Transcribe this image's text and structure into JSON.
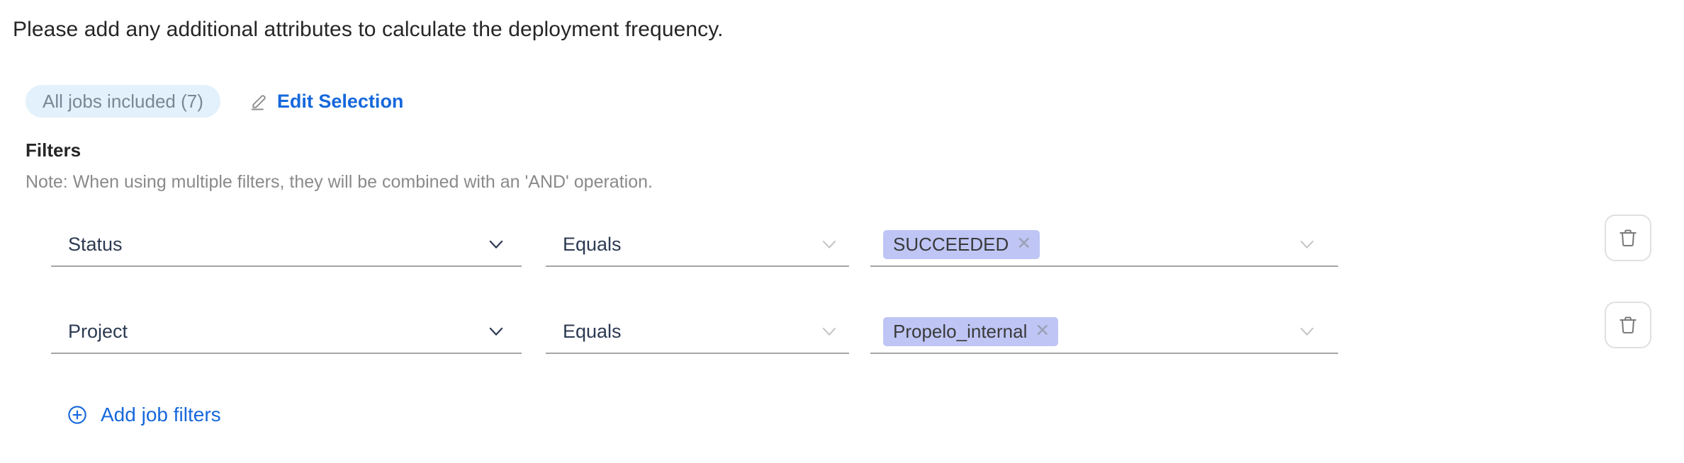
{
  "prompt": "Please add any additional attributes to calculate the deployment frequency.",
  "selection": {
    "jobs_pill_label": "All jobs included (7)",
    "edit_label": "Edit Selection",
    "edit_icon": "pencil-icon"
  },
  "filters": {
    "title": "Filters",
    "note": "Note: When using multiple filters, they will be combined with an 'AND' operation.",
    "add_label": "Add job filters",
    "add_icon": "circle-plus-icon",
    "delete_icon": "trash-icon",
    "chevron_icon": "chevron-down-icon",
    "chip_remove_icon": "close-icon",
    "rows": [
      {
        "attribute": "Status",
        "operator": "Equals",
        "values": [
          "SUCCEEDED"
        ]
      },
      {
        "attribute": "Project",
        "operator": "Equals",
        "values": [
          "Propelo_internal"
        ]
      }
    ]
  },
  "colors": {
    "link": "#1668dc",
    "pill_bg": "#e2f1fb",
    "pill_text": "#7b8794",
    "chip_bg": "#bfc6f5",
    "chip_text": "#3a3a3a",
    "field_text": "#2c3a52",
    "underline": "#a6a6a6",
    "note_text": "#8a8a8a"
  }
}
